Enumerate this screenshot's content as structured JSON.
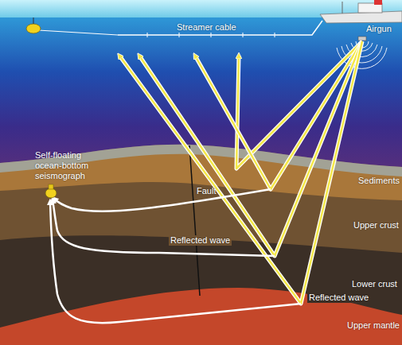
{
  "diagram": {
    "labels": [
      "Streamer cable",
      "Airgun",
      "Self-floating ocean-bottom seismograph",
      "Fault",
      "Sediments",
      "Upper crust",
      "Reflected wave",
      "Lower crust",
      "Reflected wave",
      "Upper mantle"
    ]
  }
}
